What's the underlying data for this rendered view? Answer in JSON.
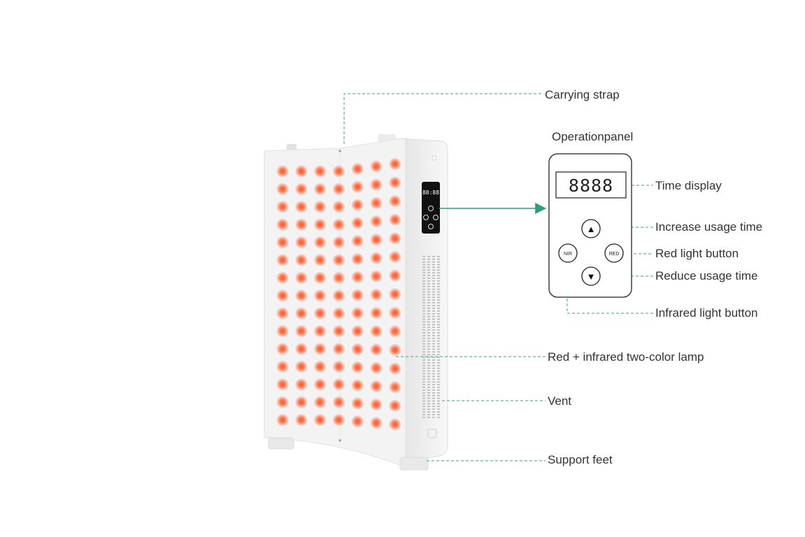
{
  "labels": {
    "carrying_strap": "Carrying strap",
    "operation_panel": "Operationpanel",
    "time_display": "Time display",
    "increase_time": "Increase usage time",
    "red_light_button": "Red light button",
    "reduce_time": "Reduce usage time",
    "infrared_button": "Infrared light button",
    "two_color_lamp": "Red + infrared two-color lamp",
    "vent": "Vent",
    "support_feet": "Support feet"
  },
  "panel": {
    "display_text": "8888",
    "device_display_text": "88:88",
    "nir_label": "NIR",
    "red_label": "RED",
    "up_symbol": "▲",
    "down_symbol": "▼"
  },
  "colors": {
    "leader": "#3aa67e",
    "arrow": "#2e9e78",
    "led_core": "#ff6a3d",
    "led_glow": "#f7b0a0",
    "body": "#f2f2f2"
  },
  "grid": {
    "rows": 15,
    "cols": 7
  }
}
